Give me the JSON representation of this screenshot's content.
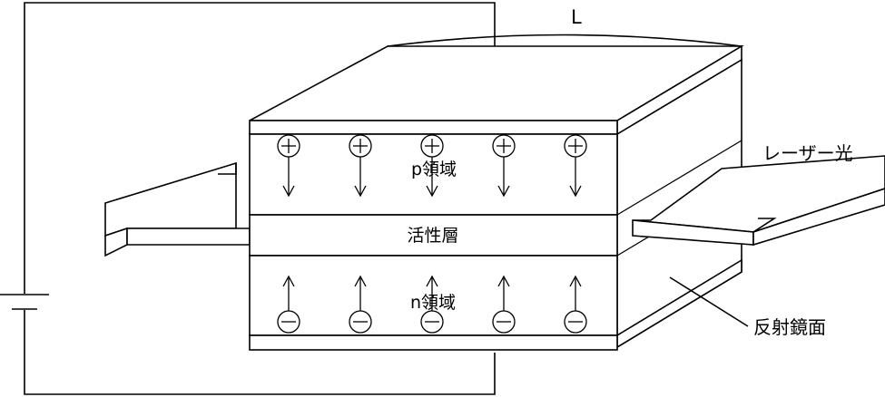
{
  "labels": {
    "length": "L",
    "p_region": "p領域",
    "active_layer": "活性層",
    "n_region": "n領域",
    "laser_light": "レーザー光",
    "mirror": "反射鏡面"
  },
  "carriers": {
    "holes": {
      "count": 5,
      "symbol": "plus",
      "arrow": "down"
    },
    "electrons": {
      "count": 5,
      "symbol": "minus",
      "arrow": "up"
    }
  },
  "colors": {
    "line": "#000000",
    "background": "#ffffff"
  }
}
